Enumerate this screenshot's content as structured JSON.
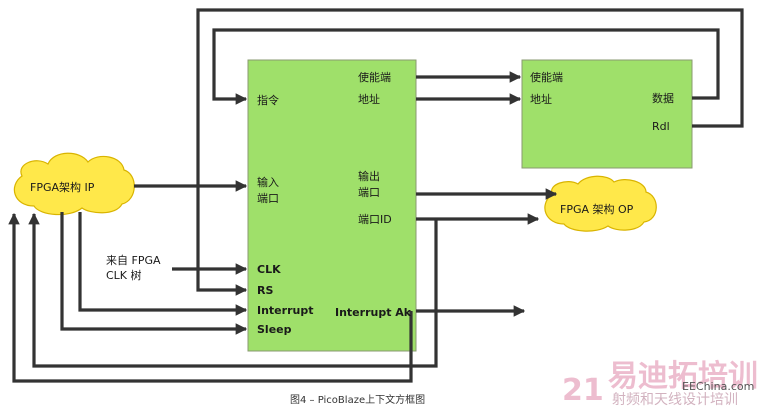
{
  "colors": {
    "block_fill": "#9fe06a",
    "block_stroke": "#8a9a70",
    "cloud_fill": "#ffe84a",
    "cloud_stroke": "#d9b400",
    "wire": "#333333"
  },
  "picoblaze": {
    "instruction": "指令",
    "enable": "使能端",
    "address": "地址",
    "input_port_l1": "输入",
    "input_port_l2": "端口",
    "output_port_l1": "输出",
    "output_port_l2": "端口",
    "port_id": "端口ID",
    "clk": "CLK",
    "rs": "RS",
    "interrupt": "Interrupt",
    "sleep": "Sleep",
    "interrupt_ack": "Interrupt Ak"
  },
  "memory": {
    "enable": "使能端",
    "address": "地址",
    "data": "数据",
    "rdl": "Rdl"
  },
  "fpga_ip": "FPGA架构 IP",
  "fpga_op": "FPGA 架构 OP",
  "clock_source_l1": "来自 FPGA",
  "clock_source_l2": "CLK 树",
  "caption": "图4 – PicoBlaze上下文方框图",
  "watermark": {
    "number": "21",
    "site_cn": "易迪拓培训",
    "site_url": "EEChina.com",
    "slogan": "射频和天线设计培训"
  }
}
